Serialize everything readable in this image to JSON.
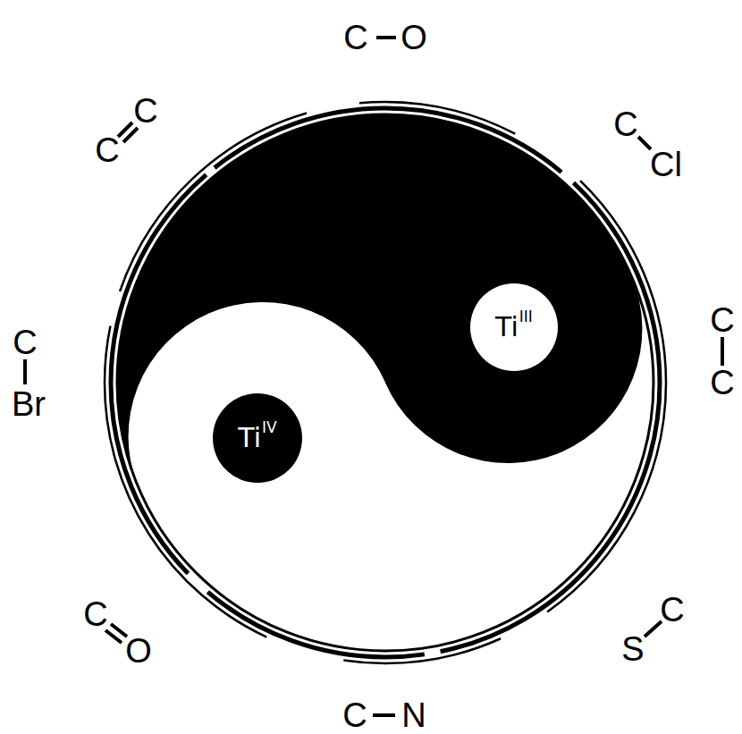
{
  "diagram": {
    "nodes": [
      {
        "text": [
          "Ti",
          "III"
        ]
      },
      {
        "text": [
          "Ti",
          "IV"
        ]
      }
    ],
    "labels": [
      "C",
      "O",
      "C",
      "Cl",
      "C",
      "C",
      "C",
      "S",
      "C",
      "N",
      "C",
      "O",
      "C",
      "Br",
      "C",
      "C"
    ]
  }
}
